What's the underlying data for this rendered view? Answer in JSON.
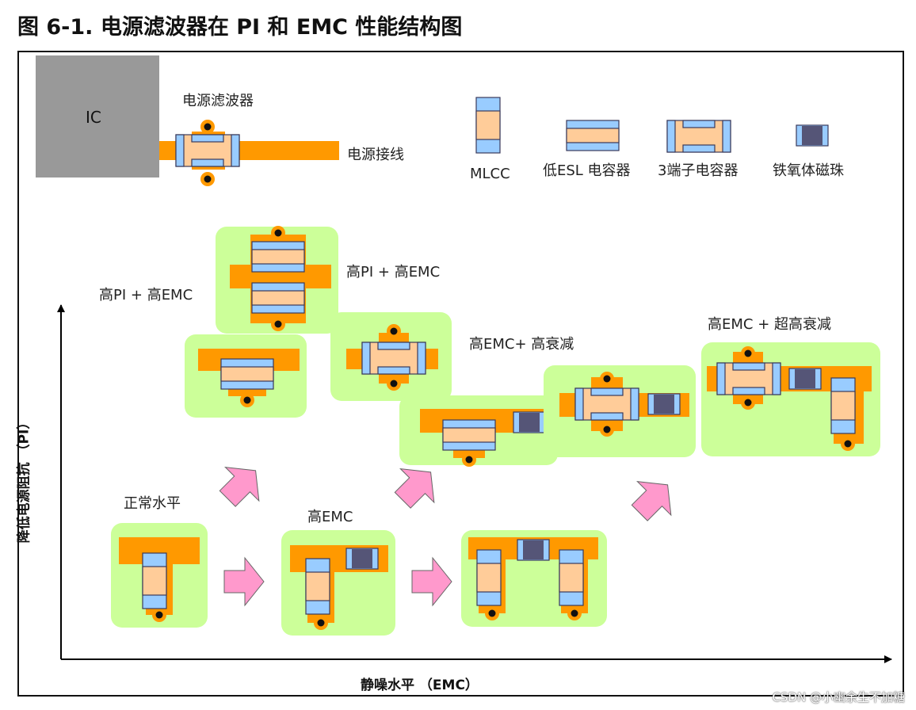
{
  "figure": {
    "title": "图 6-1.  电源滤波器在 PI 和 EMC 性能结构图"
  },
  "legend": {
    "ic_label": "IC",
    "filter_label": "电源滤波器",
    "power_line_label": "电源接线",
    "mlcc_label": "MLCC",
    "low_esl_label": "低ESL  电容器",
    "three_terminal_label": "3端子电容器",
    "ferrite_label": "铁氧体磁珠"
  },
  "axes": {
    "y_label": "降低电源阻抗  （PI）",
    "x_label": "静噪水平  （EMC）"
  },
  "levels": {
    "normal": "正常水平",
    "high_emc": "高EMC",
    "high_pi_high_emc_left": "高PI + 高EMC",
    "high_pi_high_emc_right": "高PI + 高EMC",
    "high_emc_high_atten": "高EMC+ 高衰减",
    "high_emc_ultra_atten": "高EMC + 超高衰减"
  },
  "colors": {
    "green_box": "#ccff99",
    "orange_trace": "#ff9900",
    "cap_blue": "#99ccff",
    "cap_body": "#ffcc99",
    "ferrite_body": "#555577",
    "arrow_pink": "#ff99cc",
    "ic_gray": "#999999"
  },
  "watermark": "CSDN @小幽余生不加糖"
}
